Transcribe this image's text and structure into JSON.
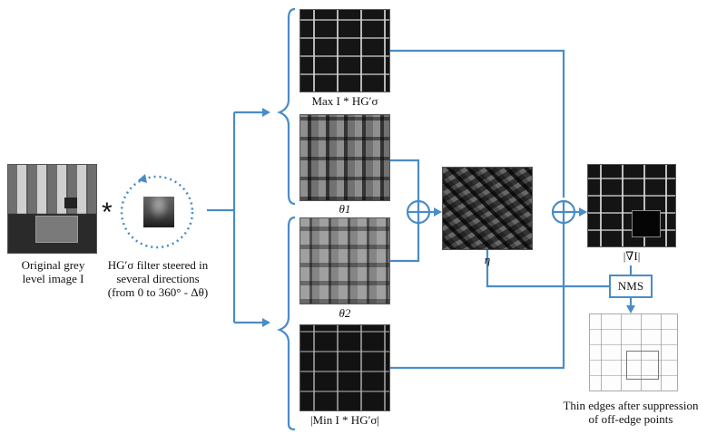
{
  "labels": {
    "original_line1": "Original grey",
    "original_line2": "level image I",
    "filter_line1": "HG′σ filter steered in",
    "filter_line2": "several directions",
    "filter_line3": "(from 0 to 360° - Δθ)",
    "max_conv": "Max I * HG′σ",
    "theta1": "θ1",
    "theta2": "θ2",
    "min_conv": "|Min I * HG′σ|",
    "eta": "η",
    "grad_mag": "|∇I|",
    "nms": "NMS",
    "thin_line1": "Thin edges after suppression",
    "thin_line2": "of off-edge points"
  },
  "symbols": {
    "convolution": "*",
    "sum": "⊕"
  },
  "colors": {
    "wire": "#4a8cc7",
    "dotted_circle": "#4a8cc7"
  }
}
